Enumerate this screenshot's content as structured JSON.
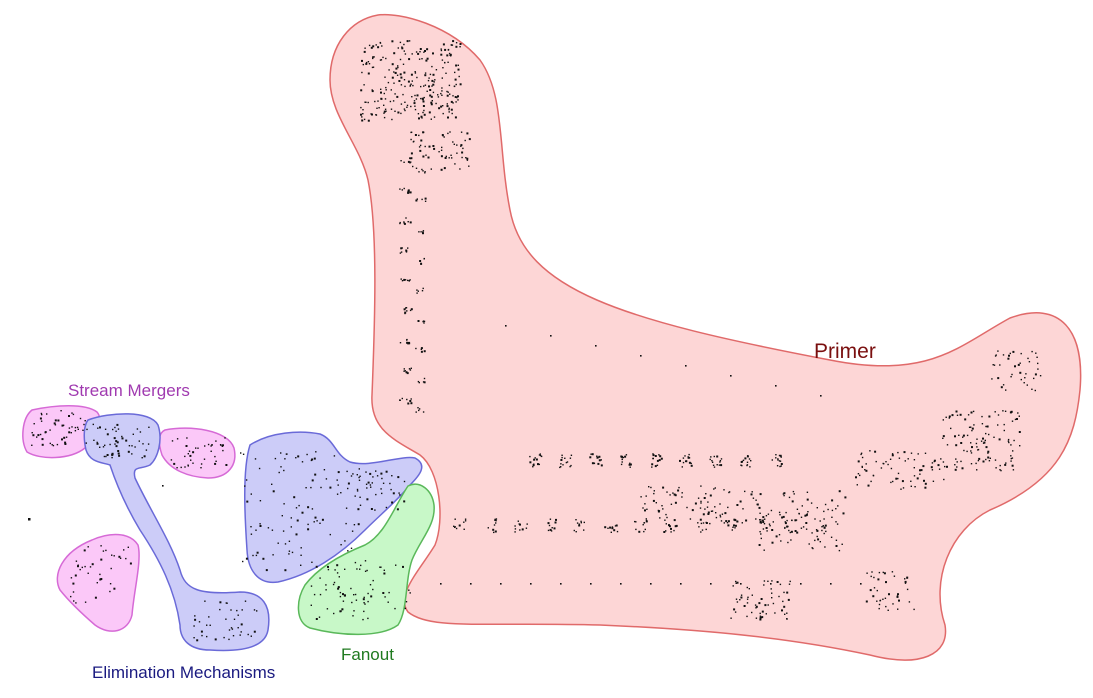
{
  "labels": {
    "primer": "Primer",
    "stream_mergers": "Stream Mergers",
    "elimination_mechanisms": "Elimination Mechanisms",
    "fanout": "Fanout"
  },
  "colors": {
    "primer_fill": "#fdd6d6",
    "primer_stroke": "#e06a6a",
    "primer_text": "#7a0f0f",
    "merger_fill": "#fbc8f8",
    "merger_stroke": "#d66ad6",
    "merger_text": "#a03ab0",
    "elimination_fill": "#ccccf8",
    "elimination_stroke": "#6a6ad8",
    "elimination_text": "#1a1a80",
    "fanout_fill": "#c8f8c8",
    "fanout_stroke": "#5ab85a",
    "fanout_text": "#1f7a1f",
    "pattern_ink": "#111111"
  }
}
